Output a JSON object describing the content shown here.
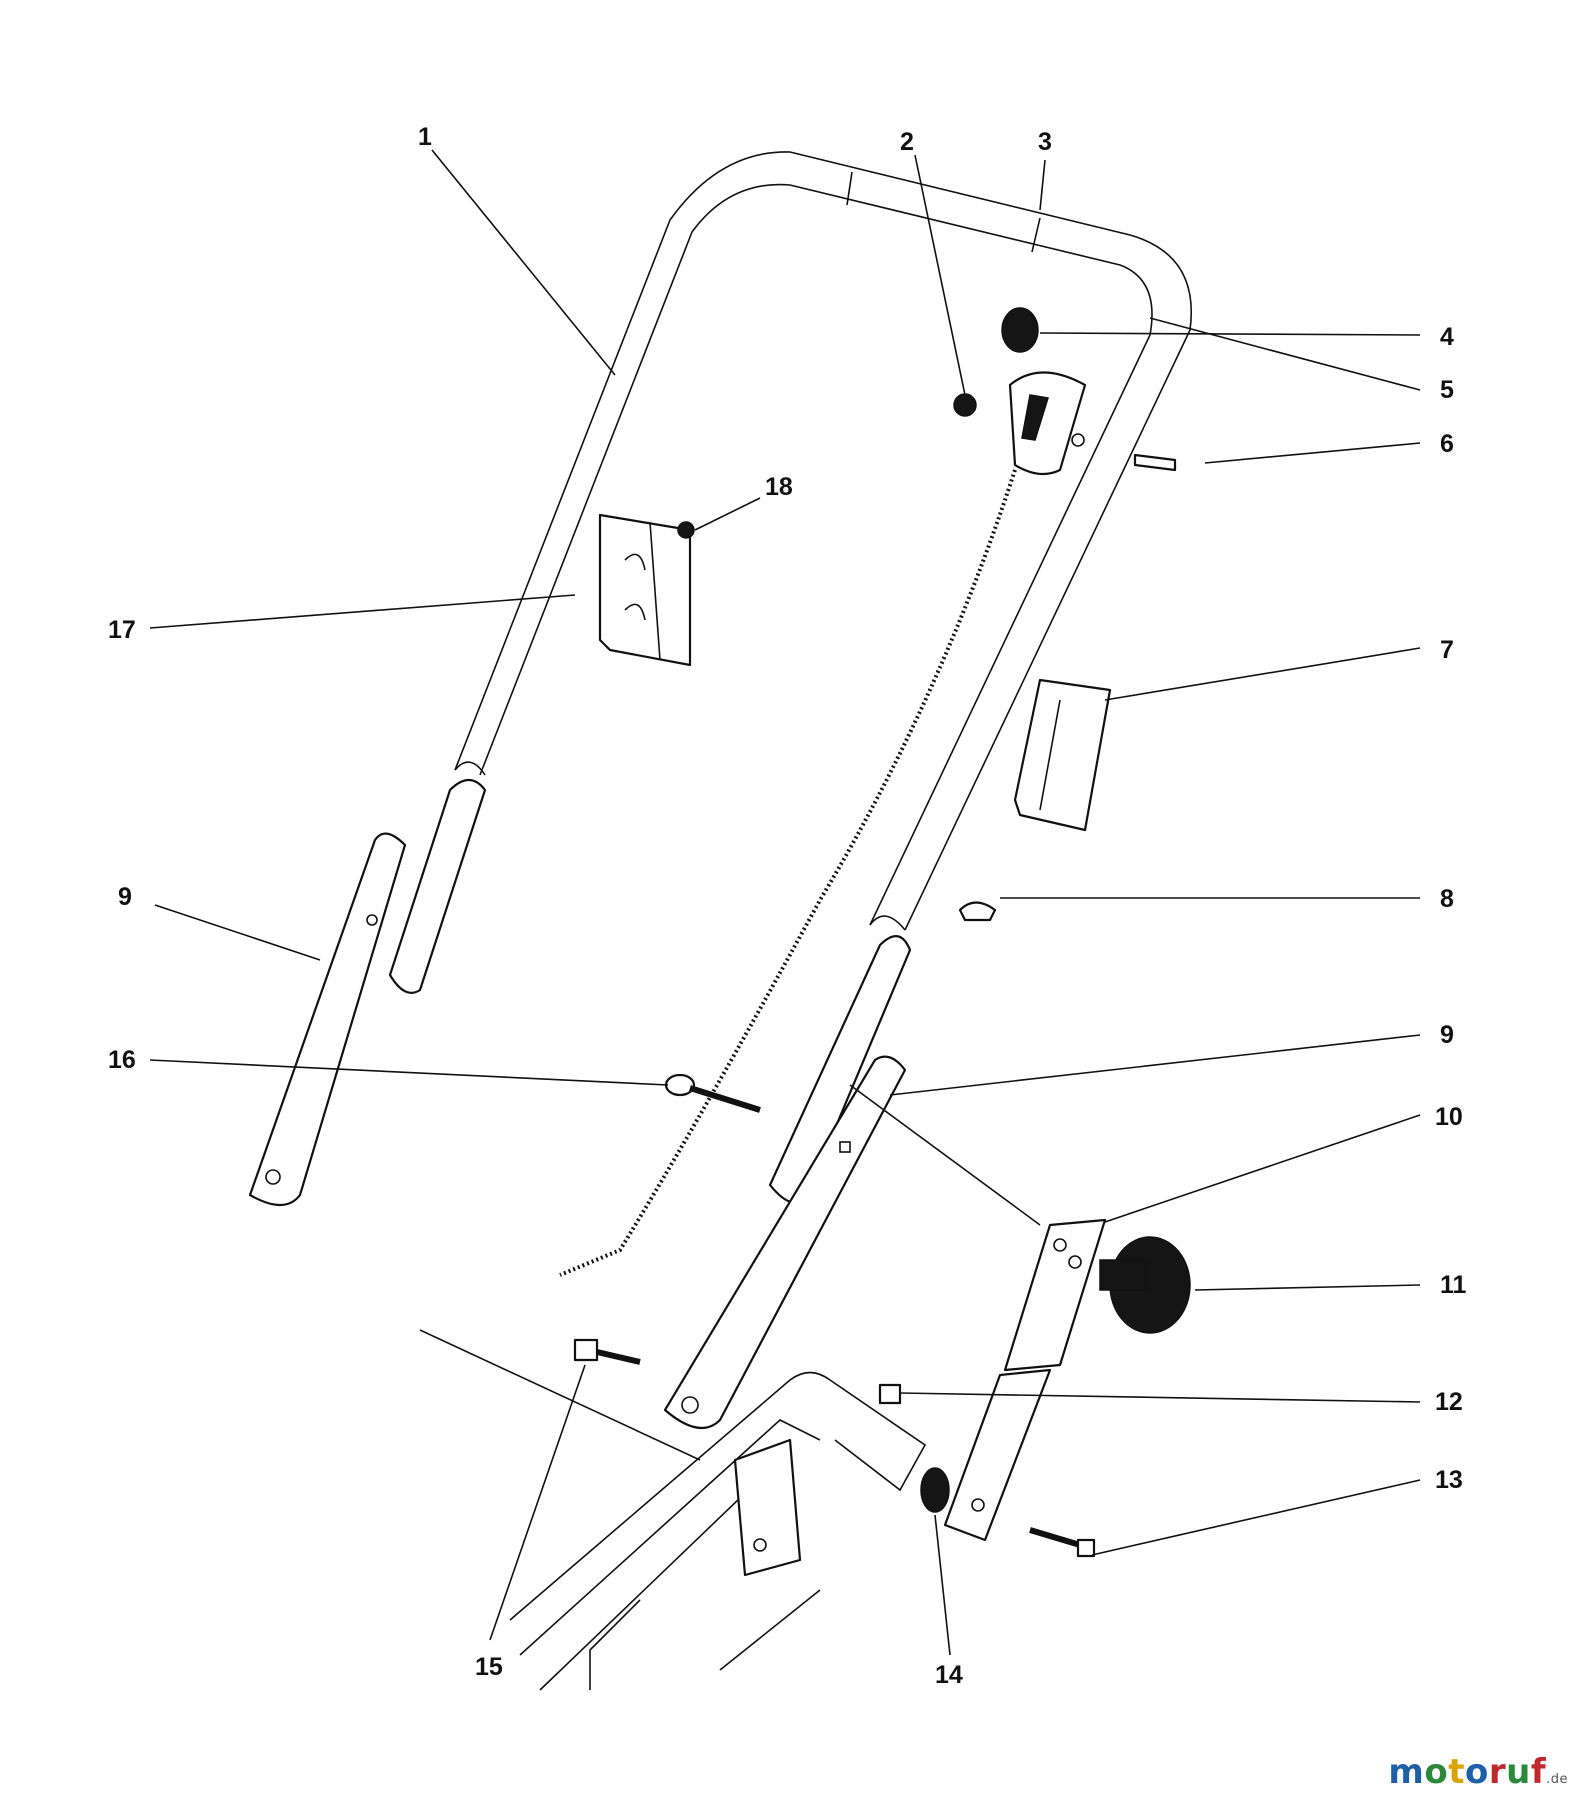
{
  "callouts": [
    {
      "label": "1"
    },
    {
      "label": "2"
    },
    {
      "label": "3"
    },
    {
      "label": "4"
    },
    {
      "label": "5"
    },
    {
      "label": "6"
    },
    {
      "label": "7"
    },
    {
      "label": "8"
    },
    {
      "label": "9"
    },
    {
      "label": "9"
    },
    {
      "label": "10"
    },
    {
      "label": "11"
    },
    {
      "label": "12"
    },
    {
      "label": "13"
    },
    {
      "label": "14"
    },
    {
      "label": "15"
    },
    {
      "label": "16"
    },
    {
      "label": "17"
    },
    {
      "label": "18"
    }
  ],
  "watermark": {
    "letters": [
      "m",
      "o",
      "t",
      "o",
      "r",
      "u",
      "f"
    ],
    "suffix": ".de",
    "colors": [
      "#1f5fa8",
      "#2a8a3a",
      "#d9a400",
      "#1f5fa8",
      "#c0282d",
      "#2a8a3a",
      "#c0282d"
    ]
  }
}
